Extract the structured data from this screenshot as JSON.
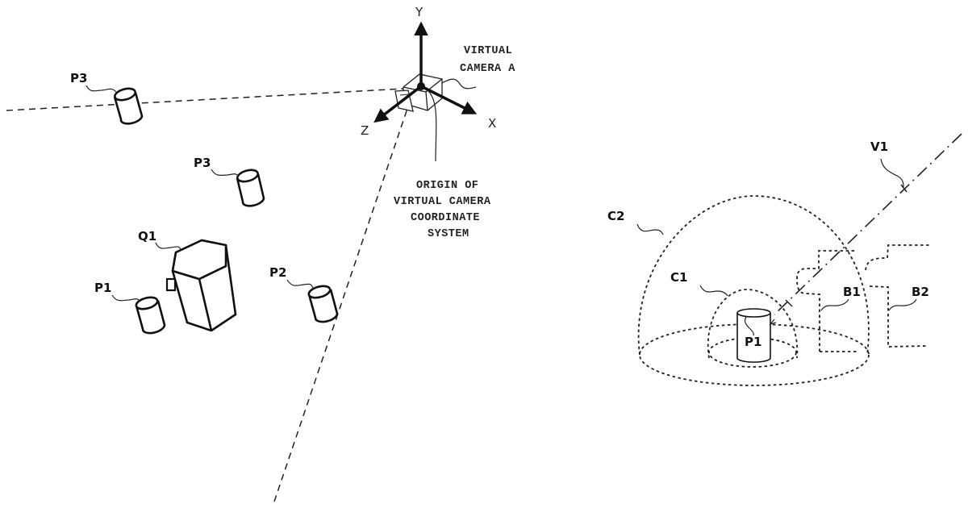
{
  "figure": {
    "left_panel": {
      "axes": {
        "x_label": "X",
        "y_label": "Y",
        "z_label": "Z"
      },
      "camera_label": [
        "VIRTUAL",
        "CAMERA A"
      ],
      "origin_label": [
        "ORIGIN OF",
        "VIRTUAL CAMERA",
        "COORDINATE",
        "SYSTEM"
      ],
      "objects": [
        {
          "id": "P3-far",
          "label": "P3"
        },
        {
          "id": "P3-near",
          "label": "P3"
        },
        {
          "id": "Q1",
          "label": "Q1"
        },
        {
          "id": "P1",
          "label": "P1"
        },
        {
          "id": "P2",
          "label": "P2"
        }
      ]
    },
    "right_panel": {
      "labels": {
        "v1": "V1",
        "c2": "C2",
        "c1": "C1",
        "p1": "P1",
        "b1": "B1",
        "b2": "B2"
      }
    }
  }
}
